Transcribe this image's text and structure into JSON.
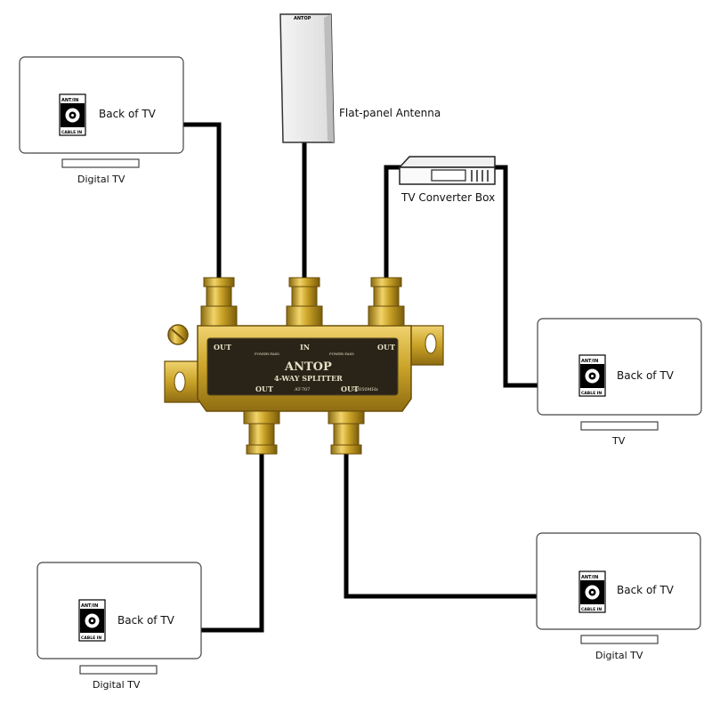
{
  "antenna": {
    "label": "Flat-panel Antenna",
    "brand": "ANTOP"
  },
  "converter": {
    "label": "TV Converter Box"
  },
  "splitter": {
    "brand": "ANTOP",
    "name": "4-WAY SPLITTER",
    "model": "AT-707",
    "freq": "5-2050MHz",
    "port_in": "IN",
    "port_out": "OUT",
    "power_pass": "POWER PASS"
  },
  "jack": {
    "top": "ANT/IN",
    "bottom": "CABLE IN"
  },
  "tvs": [
    {
      "id": "top-left",
      "back_label": "Back of TV",
      "caption": "Digital TV"
    },
    {
      "id": "right",
      "back_label": "Back of TV",
      "caption": "TV"
    },
    {
      "id": "bottom-left",
      "back_label": "Back of TV",
      "caption": "Digital TV"
    },
    {
      "id": "bottom-right",
      "back_label": "Back of TV",
      "caption": "Digital TV"
    }
  ],
  "colors": {
    "gold": "#c9a227",
    "cable": "#000000",
    "plate": "#2a2418"
  }
}
